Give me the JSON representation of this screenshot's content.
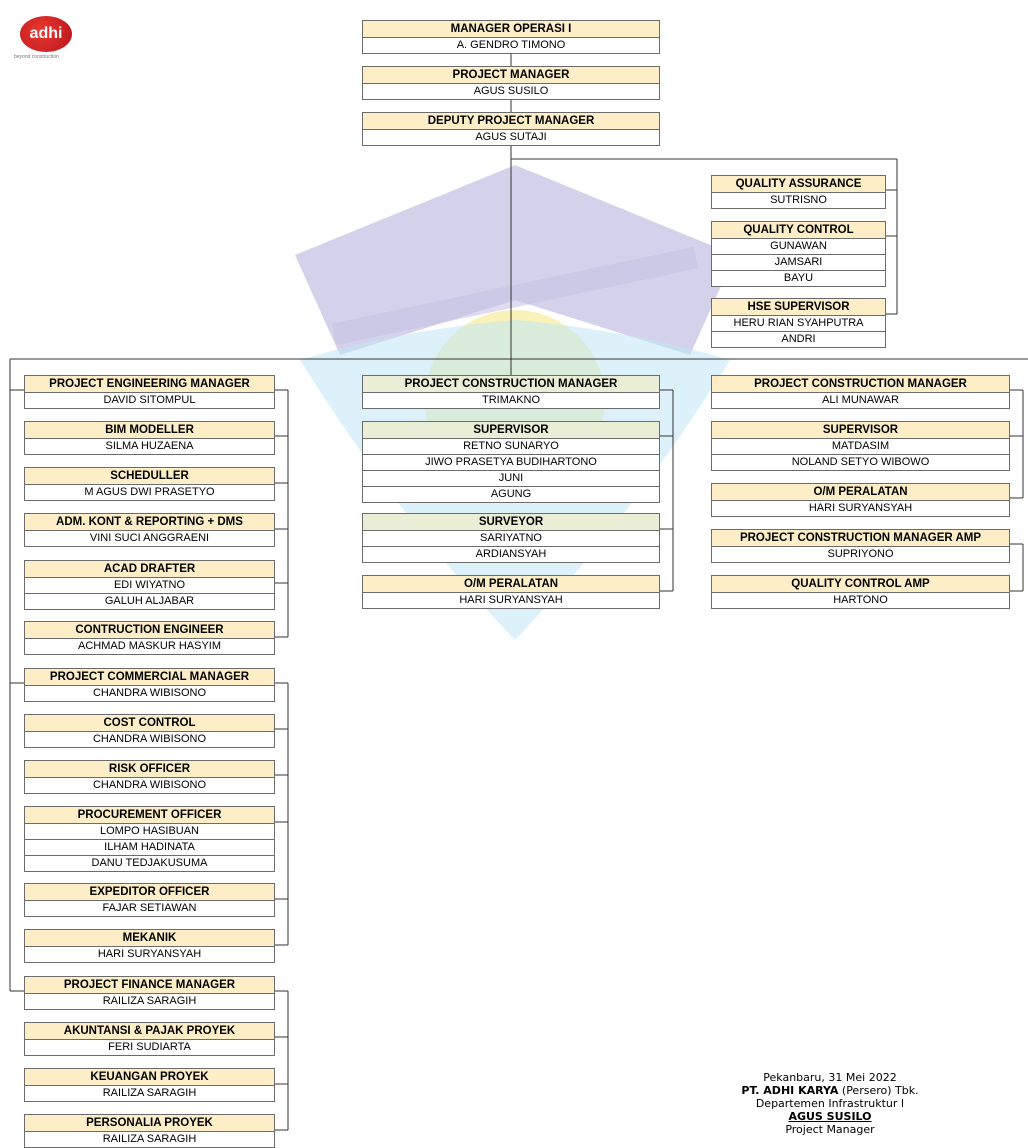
{
  "logo": {
    "text": "adhi",
    "tagline": "beyond construction"
  },
  "top_chain": [
    {
      "title": "MANAGER OPERASI I",
      "names": [
        "A. GENDRO TIMONO"
      ]
    },
    {
      "title": "PROJECT MANAGER",
      "names": [
        "AGUS SUSILO"
      ]
    },
    {
      "title": "DEPUTY PROJECT MANAGER",
      "names": [
        "AGUS SUTAJI"
      ]
    }
  ],
  "staff_units": [
    {
      "title": "QUALITY ASSURANCE",
      "names": [
        "SUTRISNO"
      ]
    },
    {
      "title": "QUALITY CONTROL",
      "names": [
        "GUNAWAN",
        "JAMSARI",
        "BAYU"
      ]
    },
    {
      "title": "HSE SUPERVISOR",
      "names": [
        "HERU RIAN SYAHPUTRA",
        "ANDRI"
      ]
    }
  ],
  "left_column": {
    "engineering": [
      {
        "title": "PROJECT ENGINEERING MANAGER",
        "names": [
          "DAVID SITOMPUL"
        ]
      },
      {
        "title": "BIM MODELLER",
        "names": [
          "SILMA HUZAENA"
        ]
      },
      {
        "title": "SCHEDULLER",
        "names": [
          "M AGUS DWI PRASETYO"
        ]
      },
      {
        "title": "ADM. KONT & REPORTING + DMS",
        "names": [
          "VINI SUCI ANGGRAENI"
        ]
      },
      {
        "title": "ACAD DRAFTER",
        "names": [
          "EDI WIYATNO",
          "GALUH ALJABAR"
        ]
      },
      {
        "title": "CONTRUCTION ENGINEER",
        "names": [
          "ACHMAD MASKUR HASYIM"
        ]
      }
    ],
    "commercial": [
      {
        "title": "PROJECT COMMERCIAL MANAGER",
        "names": [
          "CHANDRA WIBISONO"
        ]
      },
      {
        "title": "COST CONTROL",
        "names": [
          "CHANDRA WIBISONO"
        ]
      },
      {
        "title": "RISK OFFICER",
        "names": [
          "CHANDRA WIBISONO"
        ]
      },
      {
        "title": "PROCUREMENT OFFICER",
        "names": [
          "LOMPO HASIBUAN",
          "ILHAM HADINATA",
          "DANU TEDJAKUSUMA"
        ]
      },
      {
        "title": "EXPEDITOR OFFICER",
        "names": [
          "FAJAR SETIAWAN"
        ]
      },
      {
        "title": "MEKANIK",
        "names": [
          "HARI SURYANSYAH"
        ]
      }
    ],
    "finance": [
      {
        "title": "PROJECT FINANCE MANAGER",
        "names": [
          "RAILIZA SARAGIH"
        ]
      },
      {
        "title": "AKUNTANSI & PAJAK PROYEK",
        "names": [
          "FERI SUDIARTA"
        ]
      },
      {
        "title": "KEUANGAN PROYEK",
        "names": [
          "RAILIZA SARAGIH"
        ]
      },
      {
        "title": "PERSONALIA PROYEK",
        "names": [
          "RAILIZA SARAGIH"
        ]
      }
    ]
  },
  "middle_column": [
    {
      "title": "PROJECT CONSTRUCTION MANAGER",
      "names": [
        "TRIMAKNO"
      ]
    },
    {
      "title": "SUPERVISOR",
      "names": [
        "RETNO SUNARYO",
        "JIWO PRASETYA BUDIHARTONO",
        "JUNI",
        "AGUNG"
      ]
    },
    {
      "title": "SURVEYOR",
      "names": [
        "SARIYATNO",
        "ARDIANSYAH"
      ]
    },
    {
      "title": "O/M PERALATAN",
      "names": [
        "HARI SURYANSYAH"
      ]
    }
  ],
  "right_column": [
    {
      "title": "PROJECT CONSTRUCTION MANAGER",
      "names": [
        "ALI MUNAWAR"
      ]
    },
    {
      "title": "SUPERVISOR",
      "names": [
        "MATDASIM",
        "NOLAND SETYO WIBOWO"
      ]
    },
    {
      "title": "O/M PERALATAN",
      "names": [
        "HARI SURYANSYAH"
      ]
    },
    {
      "title": "PROJECT CONSTRUCTION MANAGER AMP",
      "names": [
        "SUPRIYONO"
      ]
    },
    {
      "title": "QUALITY CONTROL AMP",
      "names": [
        "HARTONO"
      ]
    }
  ],
  "signature": {
    "place_date": "Pekanbaru, 31 Mei 2022",
    "company_bold": "PT. ADHI KARYA",
    "company_rest": " (Persero) Tbk.",
    "department": "Departemen Infrastruktur I",
    "signer_name": "AGUS SUSILO",
    "signer_role": "Project Manager"
  },
  "colors": {
    "title_fill": "#fdeec8",
    "title_fill_green": "#eaeed6",
    "border": "#6b6b6b",
    "logo_red": "#d4201f"
  }
}
